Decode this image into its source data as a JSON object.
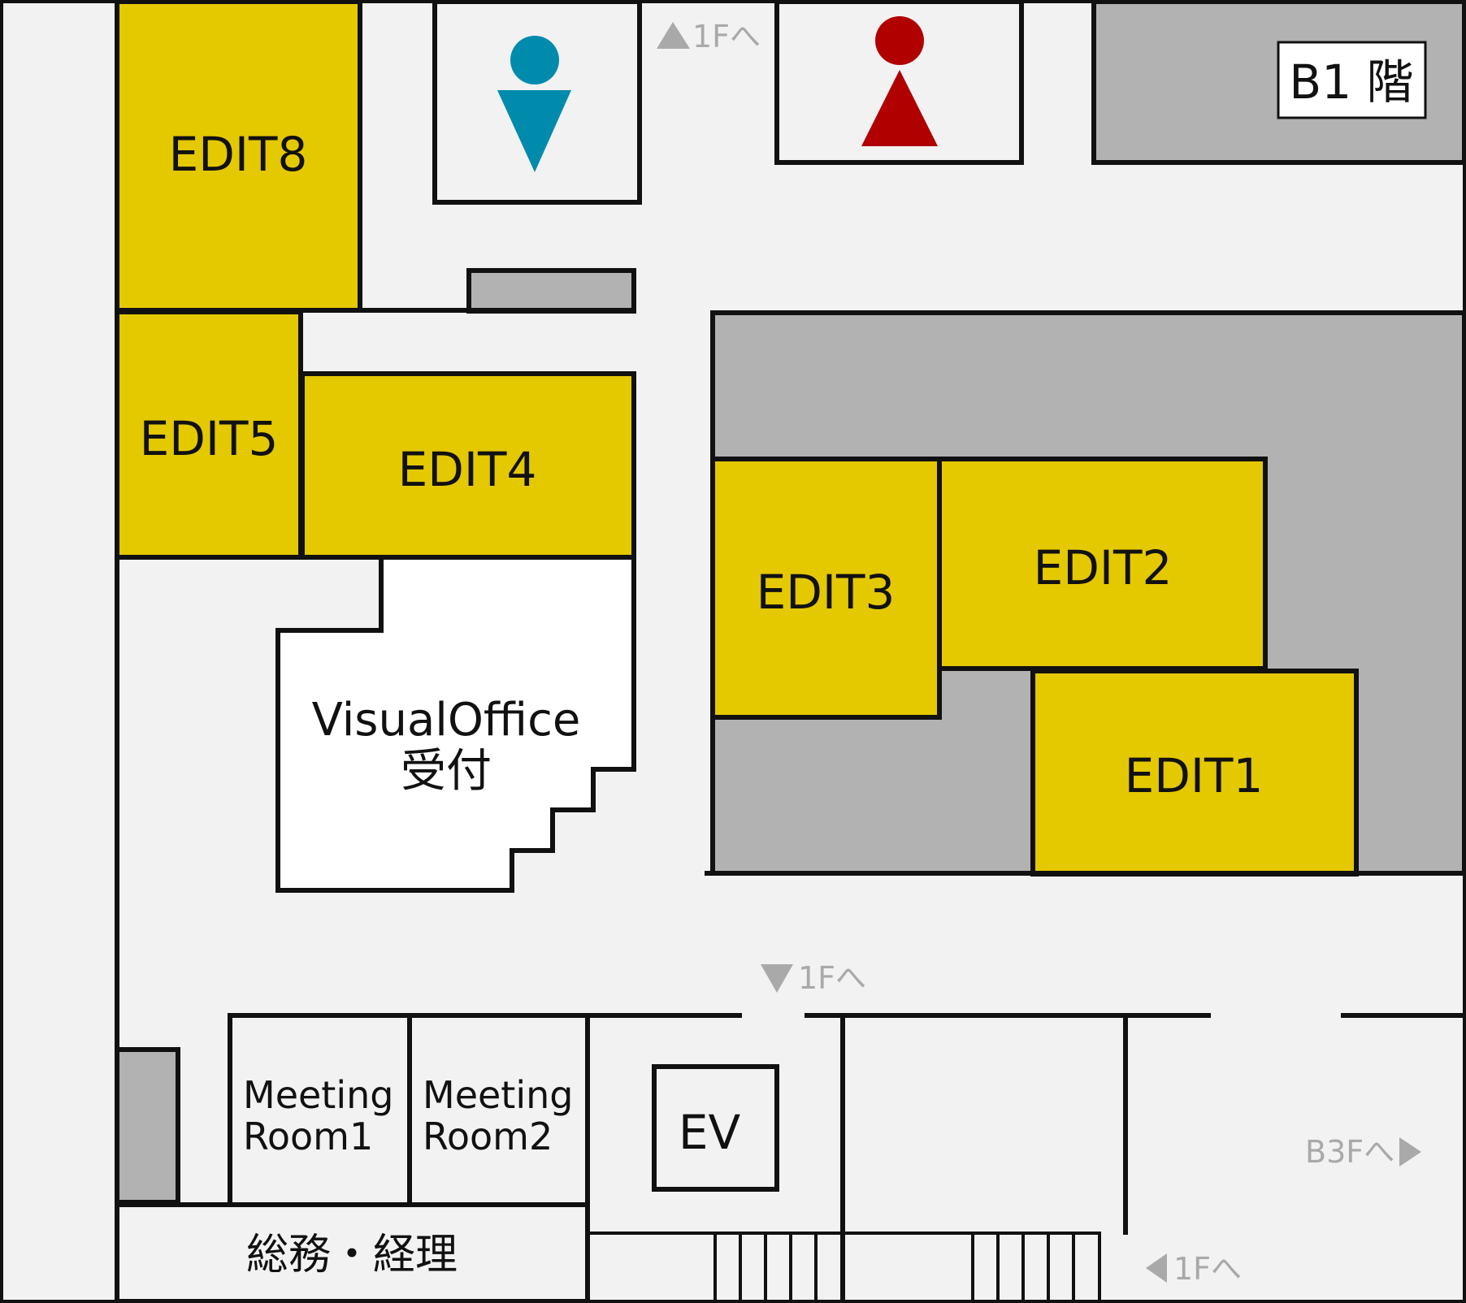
{
  "floor_label": "B1 階",
  "rooms": {
    "edit8": "EDIT8",
    "edit5": "EDIT5",
    "edit4": "EDIT4",
    "edit3": "EDIT3",
    "edit2": "EDIT2",
    "edit1": "EDIT1"
  },
  "reception": {
    "line1": "VisualOffice",
    "line2": "受付"
  },
  "meeting_rooms": [
    {
      "line1": "Meeting",
      "line2": "Room1"
    },
    {
      "line1": "Meeting",
      "line2": "Room2"
    }
  ],
  "general_affairs": "総務・経理",
  "elevator": "EV",
  "stairs": [
    {
      "text": "1Fへ"
    },
    {
      "text": "1Fへ"
    },
    {
      "text": "B3Fへ"
    },
    {
      "text": "1Fへ"
    }
  ],
  "icons": {
    "restroom_men": "male-restroom-icon",
    "restroom_women": "female-restroom-icon",
    "stairs_up": "triangle-up-icon",
    "stairs_down": "triangle-down-icon",
    "stairs_right": "triangle-right-icon",
    "stairs_left": "triangle-left-icon"
  },
  "colors": {
    "edit_room": "#e4c800",
    "gray_area": "#b2b2b2",
    "floor": "#f2f2f2",
    "wall": "#111111",
    "men": "#008bad",
    "women": "#b10000",
    "arrow": "#a9a9a9"
  }
}
